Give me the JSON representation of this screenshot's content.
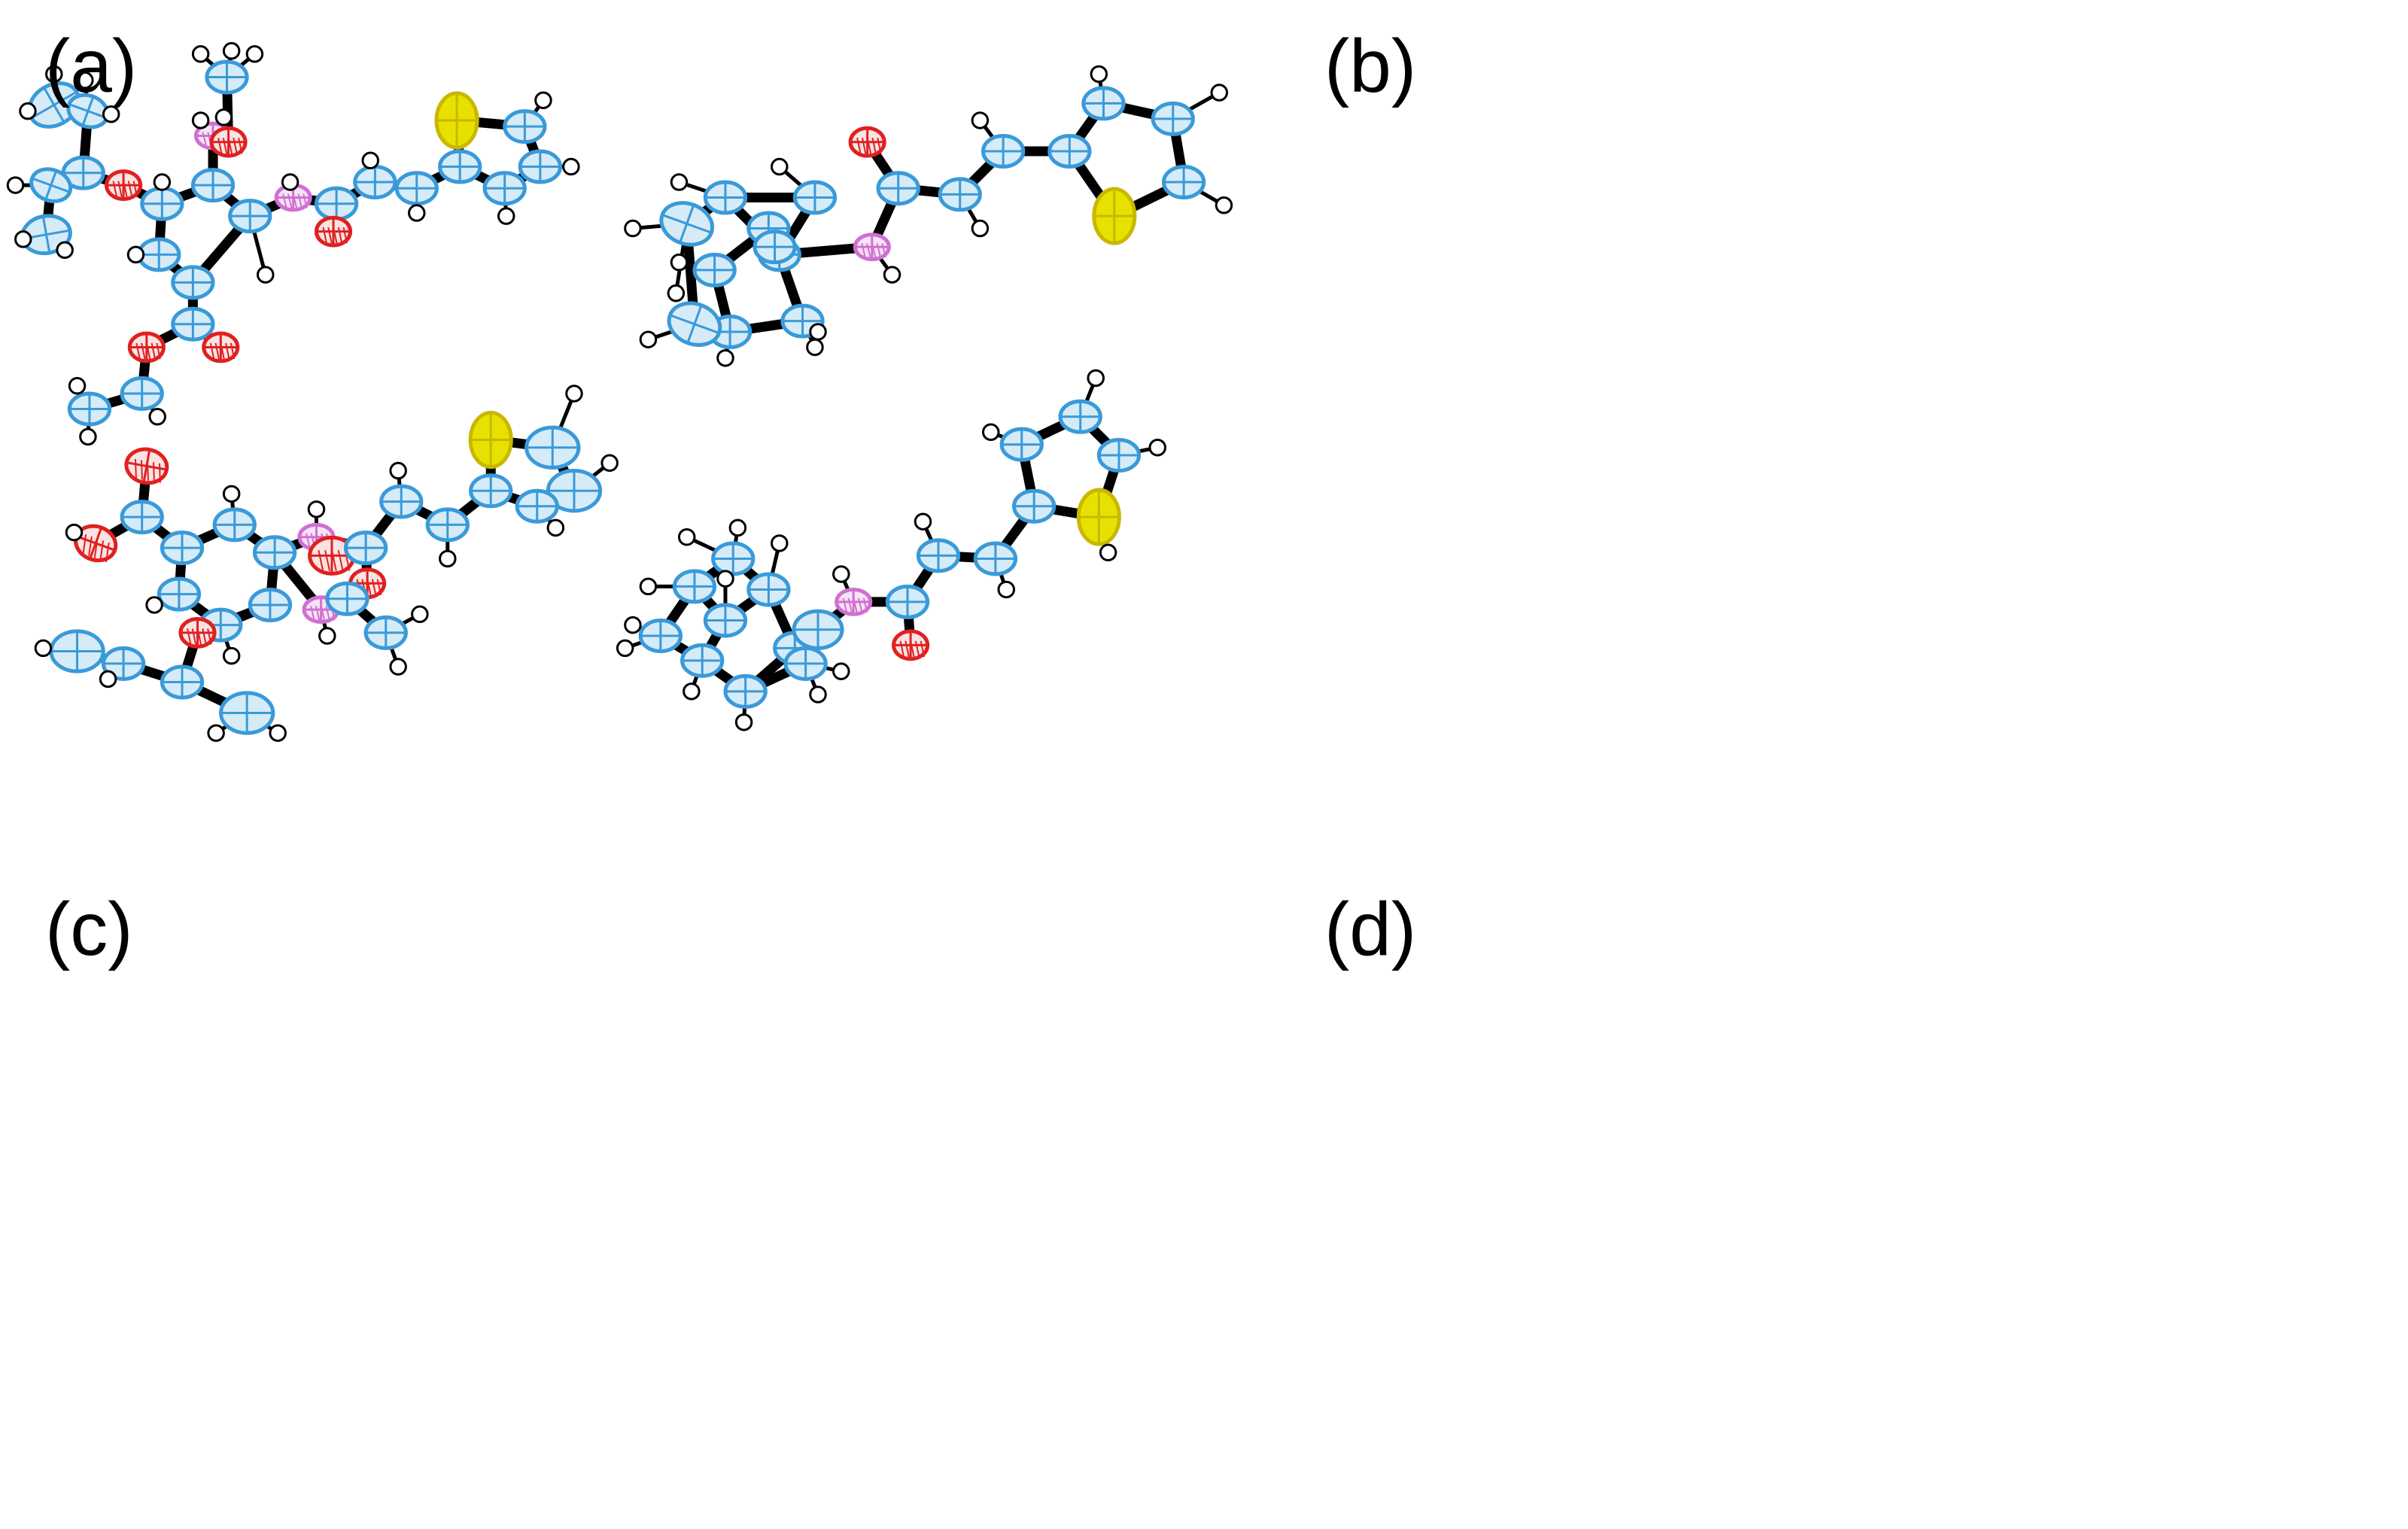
{
  "figure": {
    "panels": [
      {
        "id": "a",
        "label": "(a)"
      },
      {
        "id": "b",
        "label": "(b)"
      },
      {
        "id": "c",
        "label": "(c)"
      },
      {
        "id": "d",
        "label": "(d)"
      }
    ]
  },
  "legend_colors": {
    "carbon": "#3a9ad9",
    "carbon_fill": "#d6ebf8",
    "oxygen": "#e02020",
    "nitrogen": "#d070d0",
    "sulfur": "#e8e000",
    "hydrogen": "#ffffff",
    "bond": "#000000"
  }
}
